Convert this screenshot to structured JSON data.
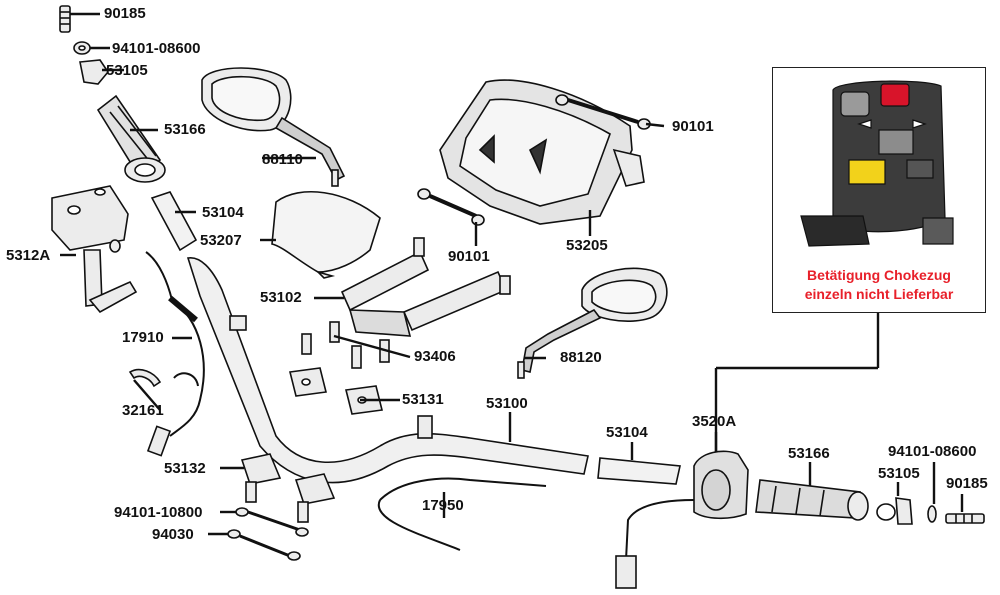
{
  "labels": [
    {
      "id": "p90185-top",
      "text": "90185"
    },
    {
      "id": "p94101-08600-top",
      "text": "94101-08600"
    },
    {
      "id": "p53105-top",
      "text": "53105"
    },
    {
      "id": "p53166-top",
      "text": "53166"
    },
    {
      "id": "p88110",
      "text": "88110"
    },
    {
      "id": "p53104-top",
      "text": "53104"
    },
    {
      "id": "p53207",
      "text": "53207"
    },
    {
      "id": "p5312A",
      "text": "5312A"
    },
    {
      "id": "p53102",
      "text": "53102"
    },
    {
      "id": "p17910",
      "text": "17910"
    },
    {
      "id": "p93406",
      "text": "93406"
    },
    {
      "id": "p32161",
      "text": "32161"
    },
    {
      "id": "p53131",
      "text": "53131"
    },
    {
      "id": "p53100",
      "text": "53100"
    },
    {
      "id": "p53132",
      "text": "53132"
    },
    {
      "id": "p94101-10800",
      "text": "94101-10800"
    },
    {
      "id": "p94030",
      "text": "94030"
    },
    {
      "id": "p17950",
      "text": "17950"
    },
    {
      "id": "p90101-right",
      "text": "90101"
    },
    {
      "id": "p90101-mid",
      "text": "90101"
    },
    {
      "id": "p53205",
      "text": "53205"
    },
    {
      "id": "p88120",
      "text": "88120"
    },
    {
      "id": "p53104-bottom",
      "text": "53104"
    },
    {
      "id": "p3520A",
      "text": "3520A"
    },
    {
      "id": "p53166-bottom",
      "text": "53166"
    },
    {
      "id": "p94101-08600-bottom",
      "text": "94101-08600"
    },
    {
      "id": "p53105-bottom",
      "text": "53105"
    },
    {
      "id": "p90185-bottom",
      "text": "90185"
    }
  ],
  "inset": {
    "note_line1": "Betätigung Chokezug",
    "note_line2": "einzeln nicht Lieferbar",
    "note_color": "#e8202a"
  },
  "colors": {
    "line": "#111111",
    "part_fill": "#ececec",
    "shade": "#bdbdbd",
    "switch_red": "#d8142a",
    "switch_yellow": "#f2d21b"
  }
}
